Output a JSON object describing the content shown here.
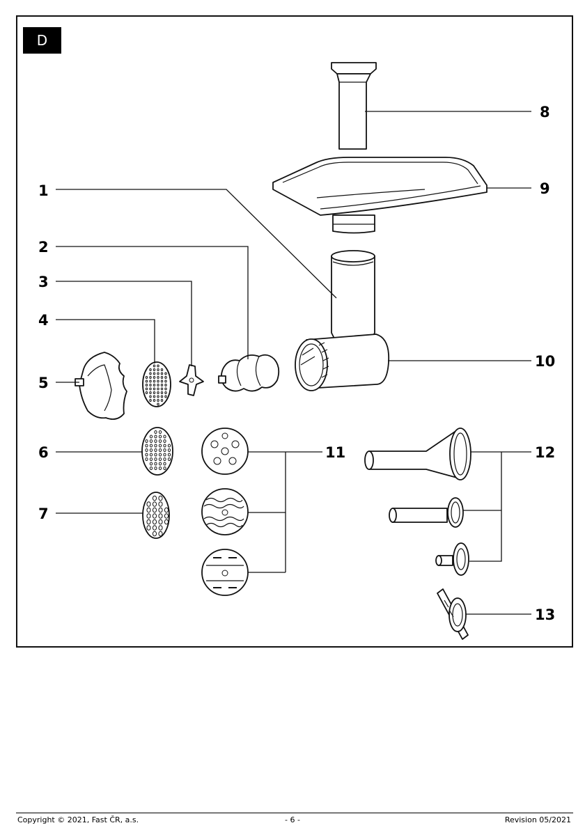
{
  "section_tag": "D",
  "callouts": {
    "c1": "1",
    "c2": "2",
    "c3": "3",
    "c4": "4",
    "c5": "5",
    "c6": "6",
    "c7": "7",
    "c8": "8",
    "c9": "9",
    "c10": "10",
    "c11": "11",
    "c12": "12",
    "c13": "13"
  },
  "footer": {
    "copyright": "Copyright © 2021, Fast ČR, a.s.",
    "page": "- 6 -",
    "revision": "Revision 05/2021"
  }
}
